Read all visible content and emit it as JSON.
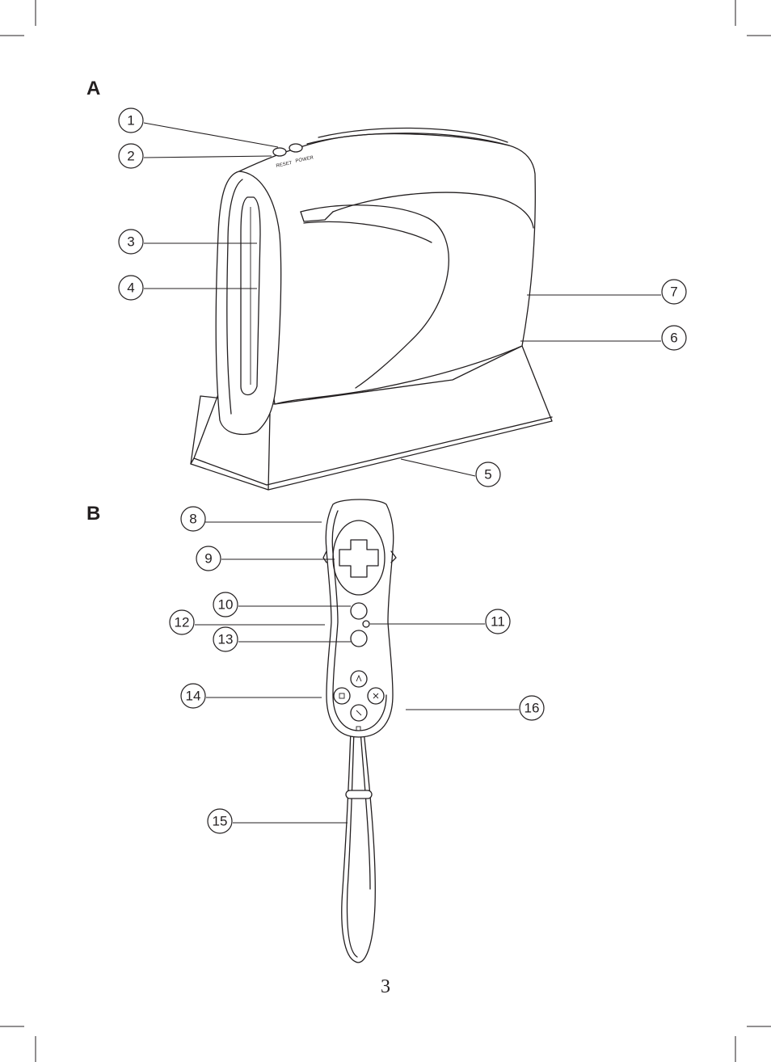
{
  "sections": {
    "a": "A",
    "b": "B"
  },
  "console": {
    "reset_label": "RESET",
    "power_label": "POWER"
  },
  "callouts": [
    "1",
    "2",
    "3",
    "4",
    "5",
    "6",
    "7",
    "8",
    "9",
    "10",
    "11",
    "12",
    "13",
    "14",
    "15",
    "16"
  ],
  "page_number": "3"
}
